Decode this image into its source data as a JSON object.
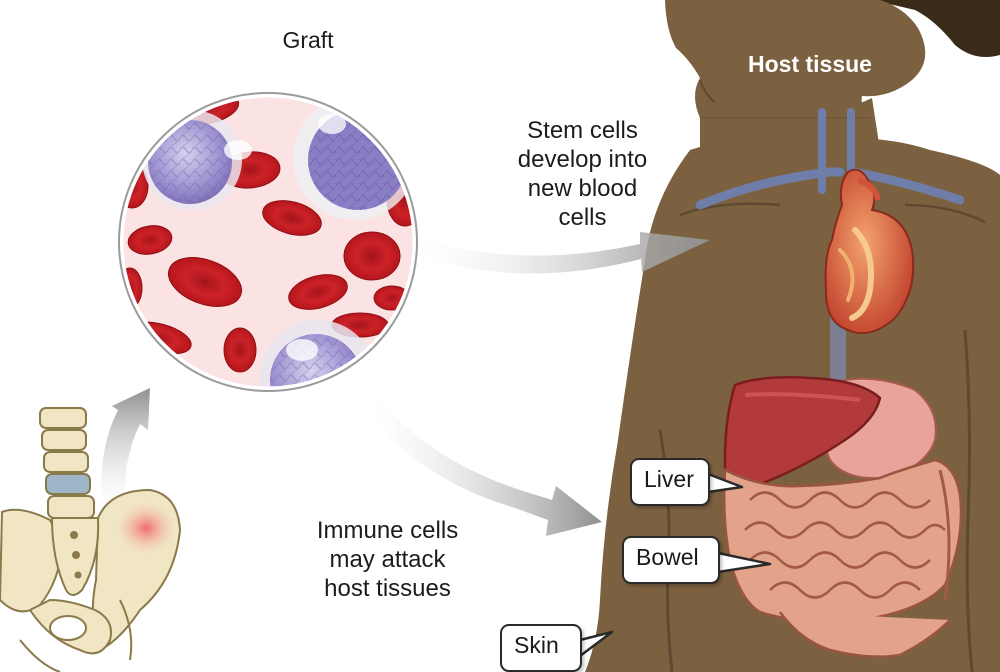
{
  "labels": {
    "graft": "Graft",
    "host_tissue": "Host tissue",
    "stem_cells": [
      "Stem cells",
      "develop into",
      "new blood",
      "cells"
    ],
    "immune_cells": [
      "Immune cells",
      "may attack",
      "host tissues"
    ]
  },
  "callouts": {
    "liver": "Liver",
    "bowel": "Bowel",
    "skin": "Skin"
  },
  "colors": {
    "skin_tone": "#7b6140",
    "skin_shadow": "#5e4a30",
    "hair": "#3a2a18",
    "blood_red": "#c41e24",
    "plasma_pink": "#fbe3e3",
    "stem_cell_purple": "#9a8ccc",
    "liver": "#b23a3a",
    "bowel": "#e3a38a",
    "bone": "#f1e6c4",
    "arrow_gray": "#9a9a9a"
  },
  "icons": [
    "bone-marrow-icon",
    "heart-icon",
    "blood-vessel-icon"
  ]
}
